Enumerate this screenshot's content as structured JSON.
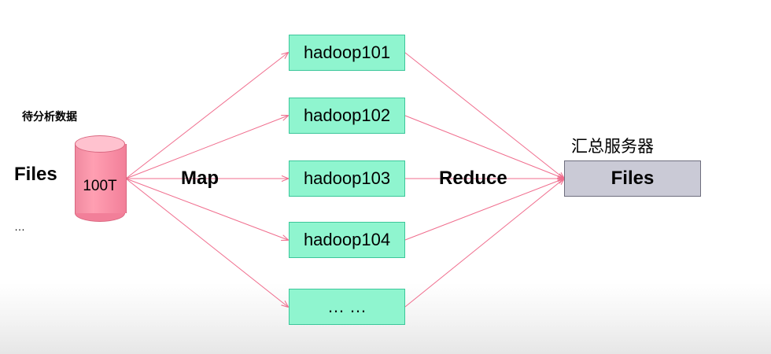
{
  "source": {
    "title": "待分析数据",
    "files_label": "Files",
    "ellipsis": "…",
    "storage_label": "100T",
    "storage_icon": "database-cylinder-icon"
  },
  "map_label": "Map",
  "reduce_label": "Reduce",
  "nodes": [
    {
      "label": "hadoop101"
    },
    {
      "label": "hadoop102"
    },
    {
      "label": "hadoop103"
    },
    {
      "label": "hadoop104"
    },
    {
      "label": "… …"
    }
  ],
  "server": {
    "title": "汇总服务器",
    "label": "Files"
  },
  "colors": {
    "arrow": "#f06e8e",
    "node_fill": "#8ff5cf",
    "node_border": "#3cc79a",
    "storage_fill": "#ff9fb2",
    "server_fill": "#cacad6"
  }
}
